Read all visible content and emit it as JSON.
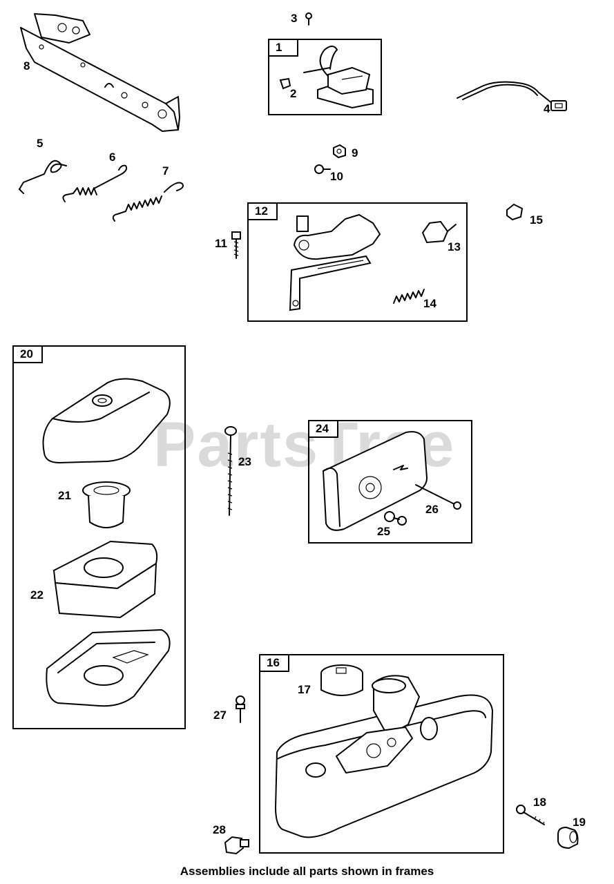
{
  "watermark": {
    "text": "PartsTree"
  },
  "caption": "Assemblies include all parts shown in frames",
  "frames": {
    "f1": "1",
    "f12": "12",
    "f20": "20",
    "f24": "24",
    "f16": "16"
  },
  "callouts": {
    "c2": "2",
    "c3": "3",
    "c4": "4",
    "c5": "5",
    "c6": "6",
    "c7": "7",
    "c8": "8",
    "c9": "9",
    "c10": "10",
    "c11": "11",
    "c13": "13",
    "c14": "14",
    "c15": "15",
    "c17": "17",
    "c18": "18",
    "c19": "19",
    "c21": "21",
    "c22": "22",
    "c23": "23",
    "c25": "25",
    "c26": "26",
    "c27": "27",
    "c28": "28"
  }
}
